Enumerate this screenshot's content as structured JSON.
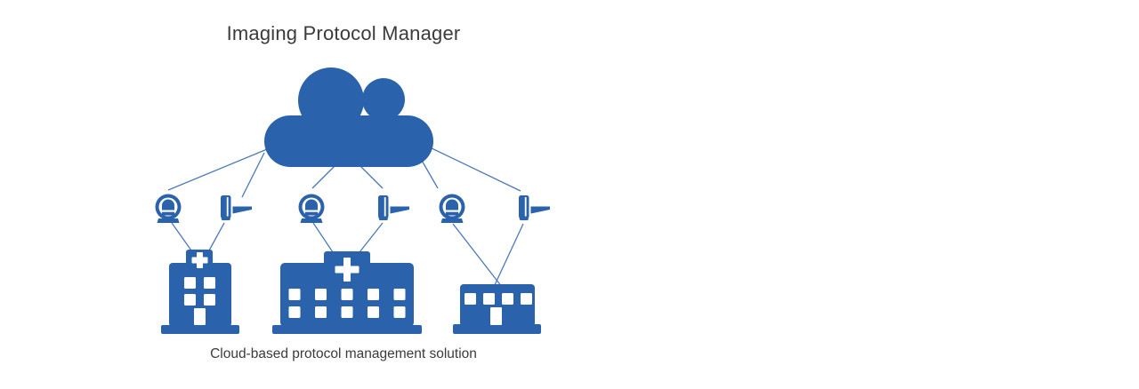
{
  "title": "Imaging Protocol Manager",
  "caption": "Cloud-based protocol management solution",
  "colors": {
    "primary": "#2A63AC",
    "line": "#4B79BC",
    "text": "#3B3B3B",
    "background": "#FFFFFF"
  },
  "diagram": {
    "cloud": {
      "icon": "cloud-icon",
      "meaning": "cloud protocol manager"
    },
    "sites": [
      {
        "name": "hospital-1",
        "building_icon": "hospital-building-icon",
        "devices": [
          "mri-scanner-icon",
          "ct-scanner-icon"
        ]
      },
      {
        "name": "hospital-2",
        "building_icon": "hospital-building-icon",
        "devices": [
          "mri-scanner-icon",
          "ct-scanner-icon"
        ]
      },
      {
        "name": "hospital-3",
        "building_icon": "clinic-building-icon",
        "devices": [
          "mri-scanner-icon",
          "ct-scanner-icon"
        ]
      }
    ]
  }
}
